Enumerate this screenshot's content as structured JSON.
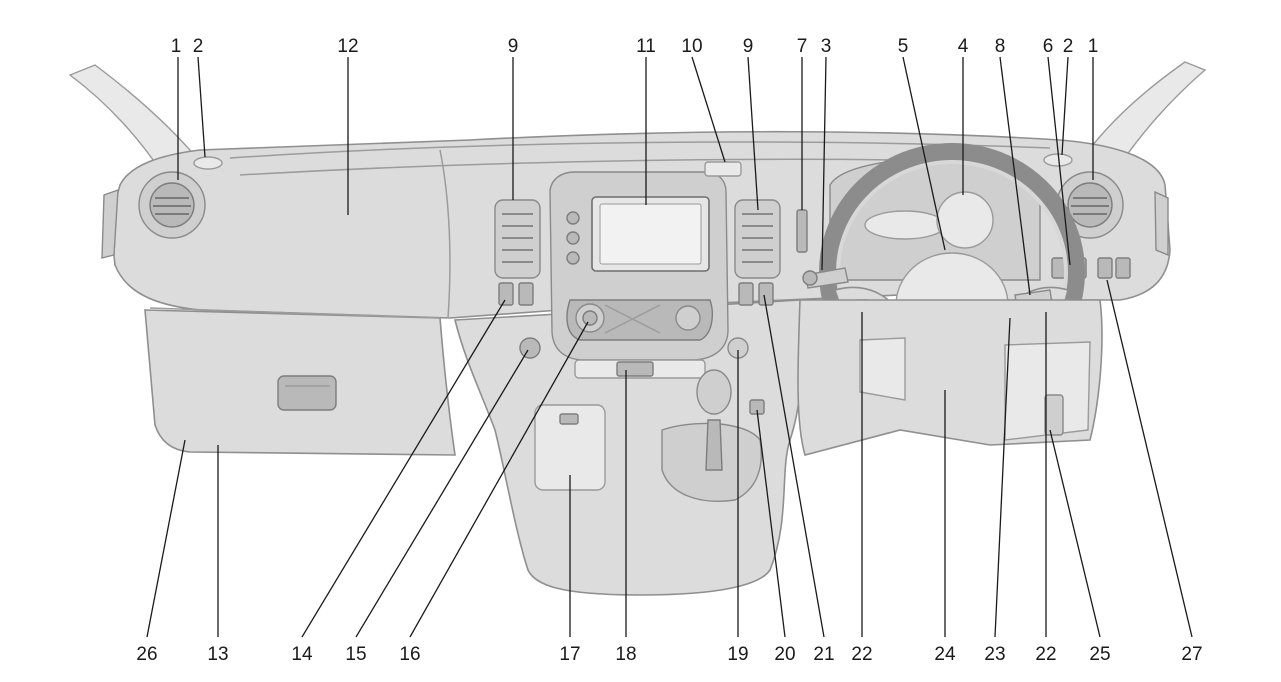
{
  "callouts": [
    {
      "id": "c-1-left",
      "label": "1"
    },
    {
      "id": "c-2-left",
      "label": "2"
    },
    {
      "id": "c-12",
      "label": "12"
    },
    {
      "id": "c-9-left",
      "label": "9"
    },
    {
      "id": "c-11",
      "label": "11"
    },
    {
      "id": "c-10",
      "label": "10"
    },
    {
      "id": "c-9-right",
      "label": "9"
    },
    {
      "id": "c-7",
      "label": "7"
    },
    {
      "id": "c-3",
      "label": "3"
    },
    {
      "id": "c-5",
      "label": "5"
    },
    {
      "id": "c-4",
      "label": "4"
    },
    {
      "id": "c-8",
      "label": "8"
    },
    {
      "id": "c-6",
      "label": "6"
    },
    {
      "id": "c-2-right",
      "label": "2"
    },
    {
      "id": "c-1-right",
      "label": "1"
    },
    {
      "id": "c-26",
      "label": "26"
    },
    {
      "id": "c-13",
      "label": "13"
    },
    {
      "id": "c-14",
      "label": "14"
    },
    {
      "id": "c-15",
      "label": "15"
    },
    {
      "id": "c-16",
      "label": "16"
    },
    {
      "id": "c-17",
      "label": "17"
    },
    {
      "id": "c-18",
      "label": "18"
    },
    {
      "id": "c-19",
      "label": "19"
    },
    {
      "id": "c-20",
      "label": "20"
    },
    {
      "id": "c-21",
      "label": "21"
    },
    {
      "id": "c-22-left",
      "label": "22"
    },
    {
      "id": "c-24",
      "label": "24"
    },
    {
      "id": "c-23",
      "label": "23"
    },
    {
      "id": "c-22-right",
      "label": "22"
    },
    {
      "id": "c-25",
      "label": "25"
    },
    {
      "id": "c-27",
      "label": "27"
    }
  ]
}
